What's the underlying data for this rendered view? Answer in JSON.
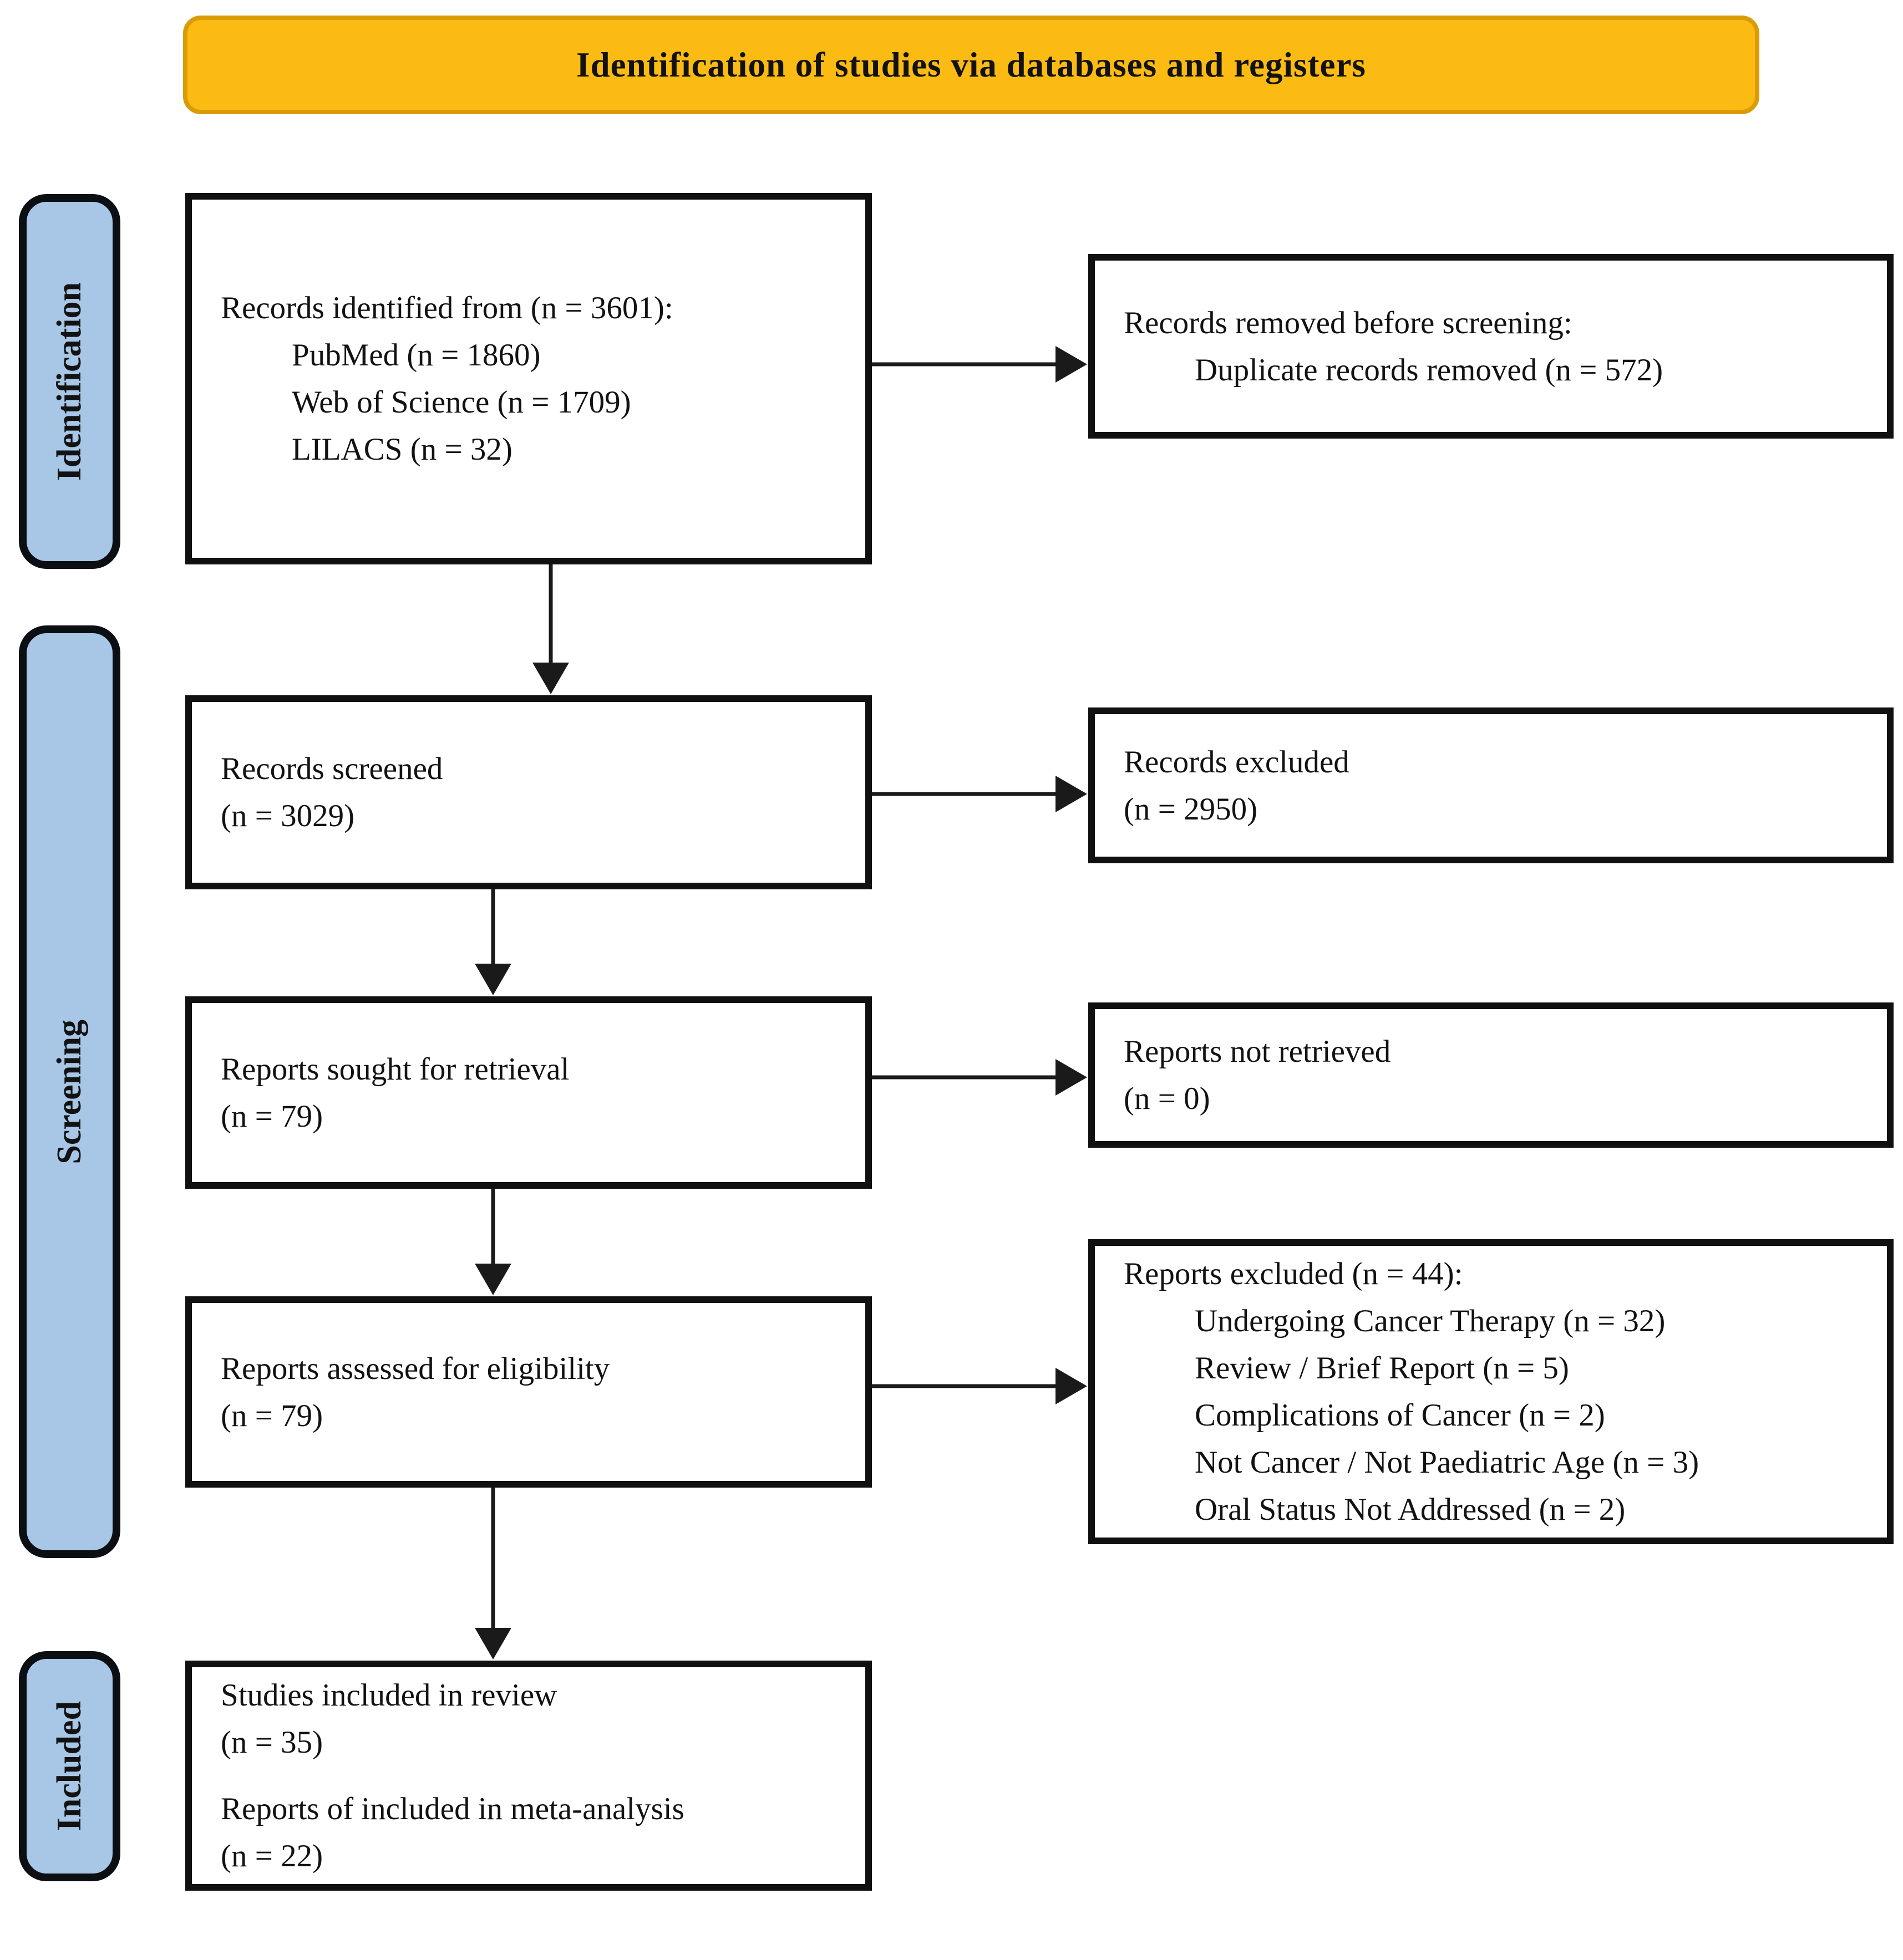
{
  "title": "Identification of studies via databases and registers",
  "stages": {
    "identification": "Identification",
    "screening": "Screening",
    "included": "Included"
  },
  "boxes": {
    "records_identified": {
      "line1": "Records identified from (n = 3601):",
      "items": [
        "PubMed (n = 1860)",
        "Web of Science (n = 1709)",
        "LILACS (n = 32)"
      ]
    },
    "records_removed": {
      "line1": "Records removed before screening:",
      "items": [
        "Duplicate records removed (n = 572)"
      ]
    },
    "records_screened": {
      "line1": "Records screened",
      "line2": "(n = 3029)"
    },
    "records_excluded": {
      "line1": "Records excluded",
      "line2": "(n = 2950)"
    },
    "reports_sought": {
      "line1": "Reports sought for retrieval",
      "line2": "(n = 79)"
    },
    "reports_not_retrieved": {
      "line1": "Reports not retrieved",
      "line2": "(n = 0)"
    },
    "reports_assessed": {
      "line1": "Reports assessed for eligibility",
      "line2": "(n = 79)"
    },
    "reports_excluded": {
      "line1": "Reports excluded (n = 44):",
      "items": [
        "Undergoing Cancer Therapy (n = 32)",
        "Review / Brief Report (n = 5)",
        "Complications of Cancer (n = 2)",
        "Not Cancer / Not Paediatric Age (n = 3)",
        "Oral Status Not Addressed (n = 2)"
      ]
    },
    "included": {
      "review_line1": "Studies included in review",
      "review_line2": "(n = 35)",
      "meta_line1": "Reports of included in meta-analysis",
      "meta_line2": "(n = 22)"
    }
  },
  "colors": {
    "header_bg": "#FCBB13",
    "header_border": "#DA9B05",
    "stage_bg": "#A8C6E6",
    "stage_border": "#0B0F14",
    "node_border": "#101010",
    "arrow": "#1A1A1A",
    "text": "#121212",
    "background": "#FFFFFF"
  }
}
